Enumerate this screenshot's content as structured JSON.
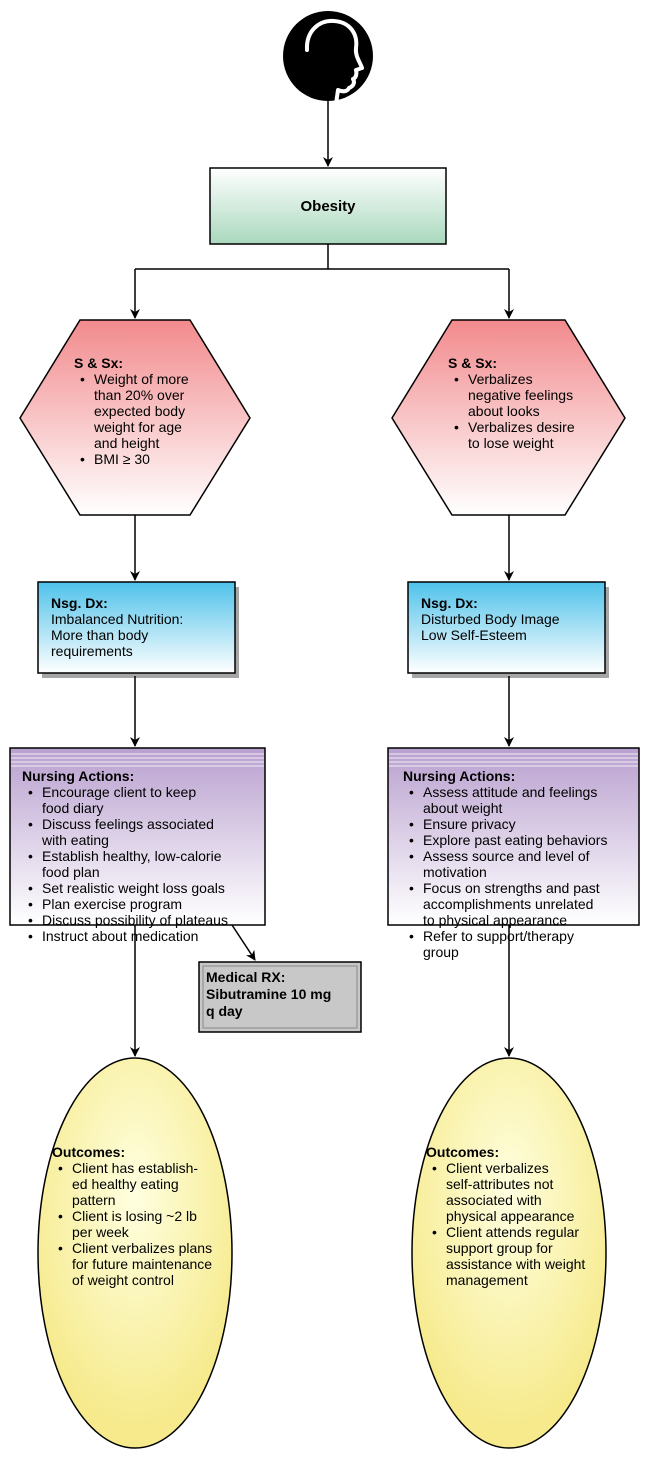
{
  "top": {
    "title": "Obesity",
    "icon": "head-profile-icon"
  },
  "left_signs": {
    "heading": "S & Sx:",
    "items": [
      [
        "Weight of more",
        "than 20% over",
        "expected body",
        "weight for age",
        "and height"
      ],
      [
        "BMI ≥ 30"
      ]
    ]
  },
  "right_signs": {
    "heading": "S & Sx:",
    "items": [
      [
        "Verbalizes",
        "negative feelings",
        "about looks"
      ],
      [
        "Verbalizes desire",
        "to lose weight"
      ]
    ]
  },
  "left_dx": {
    "heading": "Nsg. Dx:",
    "lines": [
      "Imbalanced Nutrition:",
      "More than body",
      "requirements"
    ]
  },
  "right_dx": {
    "heading": "Nsg. Dx:",
    "lines": [
      "Disturbed Body Image",
      "Low Self-Esteem"
    ]
  },
  "left_actions": {
    "heading": "Nursing Actions:",
    "items": [
      [
        "Encourage client to keep",
        "food diary"
      ],
      [
        "Discuss feelings associated",
        "with eating"
      ],
      [
        "Establish healthy, low-calorie",
        "food plan"
      ],
      [
        "Set realistic weight loss goals"
      ],
      [
        "Plan exercise program"
      ],
      [
        "Discuss possibility of plateaus"
      ],
      [
        "Instruct about medication"
      ]
    ]
  },
  "right_actions": {
    "heading": "Nursing Actions:",
    "items": [
      [
        "Assess attitude and feelings",
        "about weight"
      ],
      [
        "Ensure privacy"
      ],
      [
        "Explore past eating behaviors"
      ],
      [
        "Assess source and level of",
        "motivation"
      ],
      [
        "Focus on strengths and past",
        "accomplishments unrelated",
        "to physical appearance"
      ],
      [
        "Refer to support/therapy",
        "group"
      ]
    ]
  },
  "medical_rx": {
    "lines": [
      "Medical RX:",
      "Sibutramine 10 mg",
      "q day"
    ]
  },
  "left_outcomes": {
    "heading": "Outcomes:",
    "items": [
      [
        "Client has establish-",
        "ed healthy eating",
        "pattern"
      ],
      [
        "Client is losing ~2 lb",
        "per week"
      ],
      [
        "Client verbalizes plans",
        "for future maintenance",
        "of weight control"
      ]
    ]
  },
  "right_outcomes": {
    "heading": "Outcomes:",
    "items": [
      [
        "Client verbalizes",
        "self-attributes not",
        "associated with",
        "physical appearance"
      ],
      [
        "Client attends regular",
        "support group for",
        "assistance with weight",
        "management"
      ]
    ]
  },
  "colors": {
    "obesity_top": "#ffffff",
    "obesity_bottom": "#a9d8bd",
    "signs_top": "#f28a8d",
    "signs_bottom": "#ffffff",
    "dx_top": "#4fc2ea",
    "dx_bottom": "#ffffff",
    "actions_top": "#b9a0cf",
    "actions_bottom": "#ffffff",
    "rx_fill": "#c8c8c8",
    "outcome_fill": "#fbf3a4"
  }
}
